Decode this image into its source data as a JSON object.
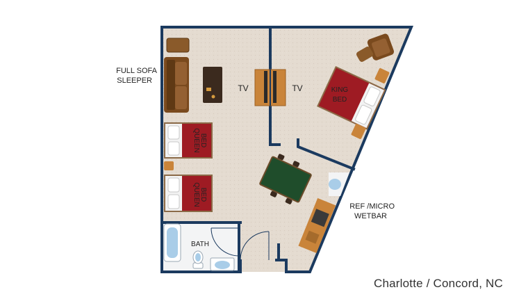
{
  "labels": {
    "sofa_line1": "FULL SOFA",
    "sofa_line2": "SLEEPER",
    "tv_left": "TV",
    "tv_right": "TV",
    "king_bed_line1": "KING",
    "king_bed_line2": "BED",
    "queen_bed_1_line1": "QUEEN",
    "queen_bed_1_line2": "BED",
    "queen_bed_2_line1": "QUEEN",
    "queen_bed_2_line2": "BED",
    "bath": "BATH",
    "wetbar_line1": "REF /MICRO",
    "wetbar_line2": "WETBAR"
  },
  "caption": "Charlotte / Concord, NC",
  "colors": {
    "wall": "#1b3a5f",
    "floor": "#e4dbd0",
    "bed_red": "#9e1b23",
    "sofa_brown": "#7a4a1e",
    "wood": "#c9843a",
    "table_green": "#1f4d2b",
    "bath_tile": "#f2f4f6",
    "tub_blue": "#a9cde8"
  }
}
